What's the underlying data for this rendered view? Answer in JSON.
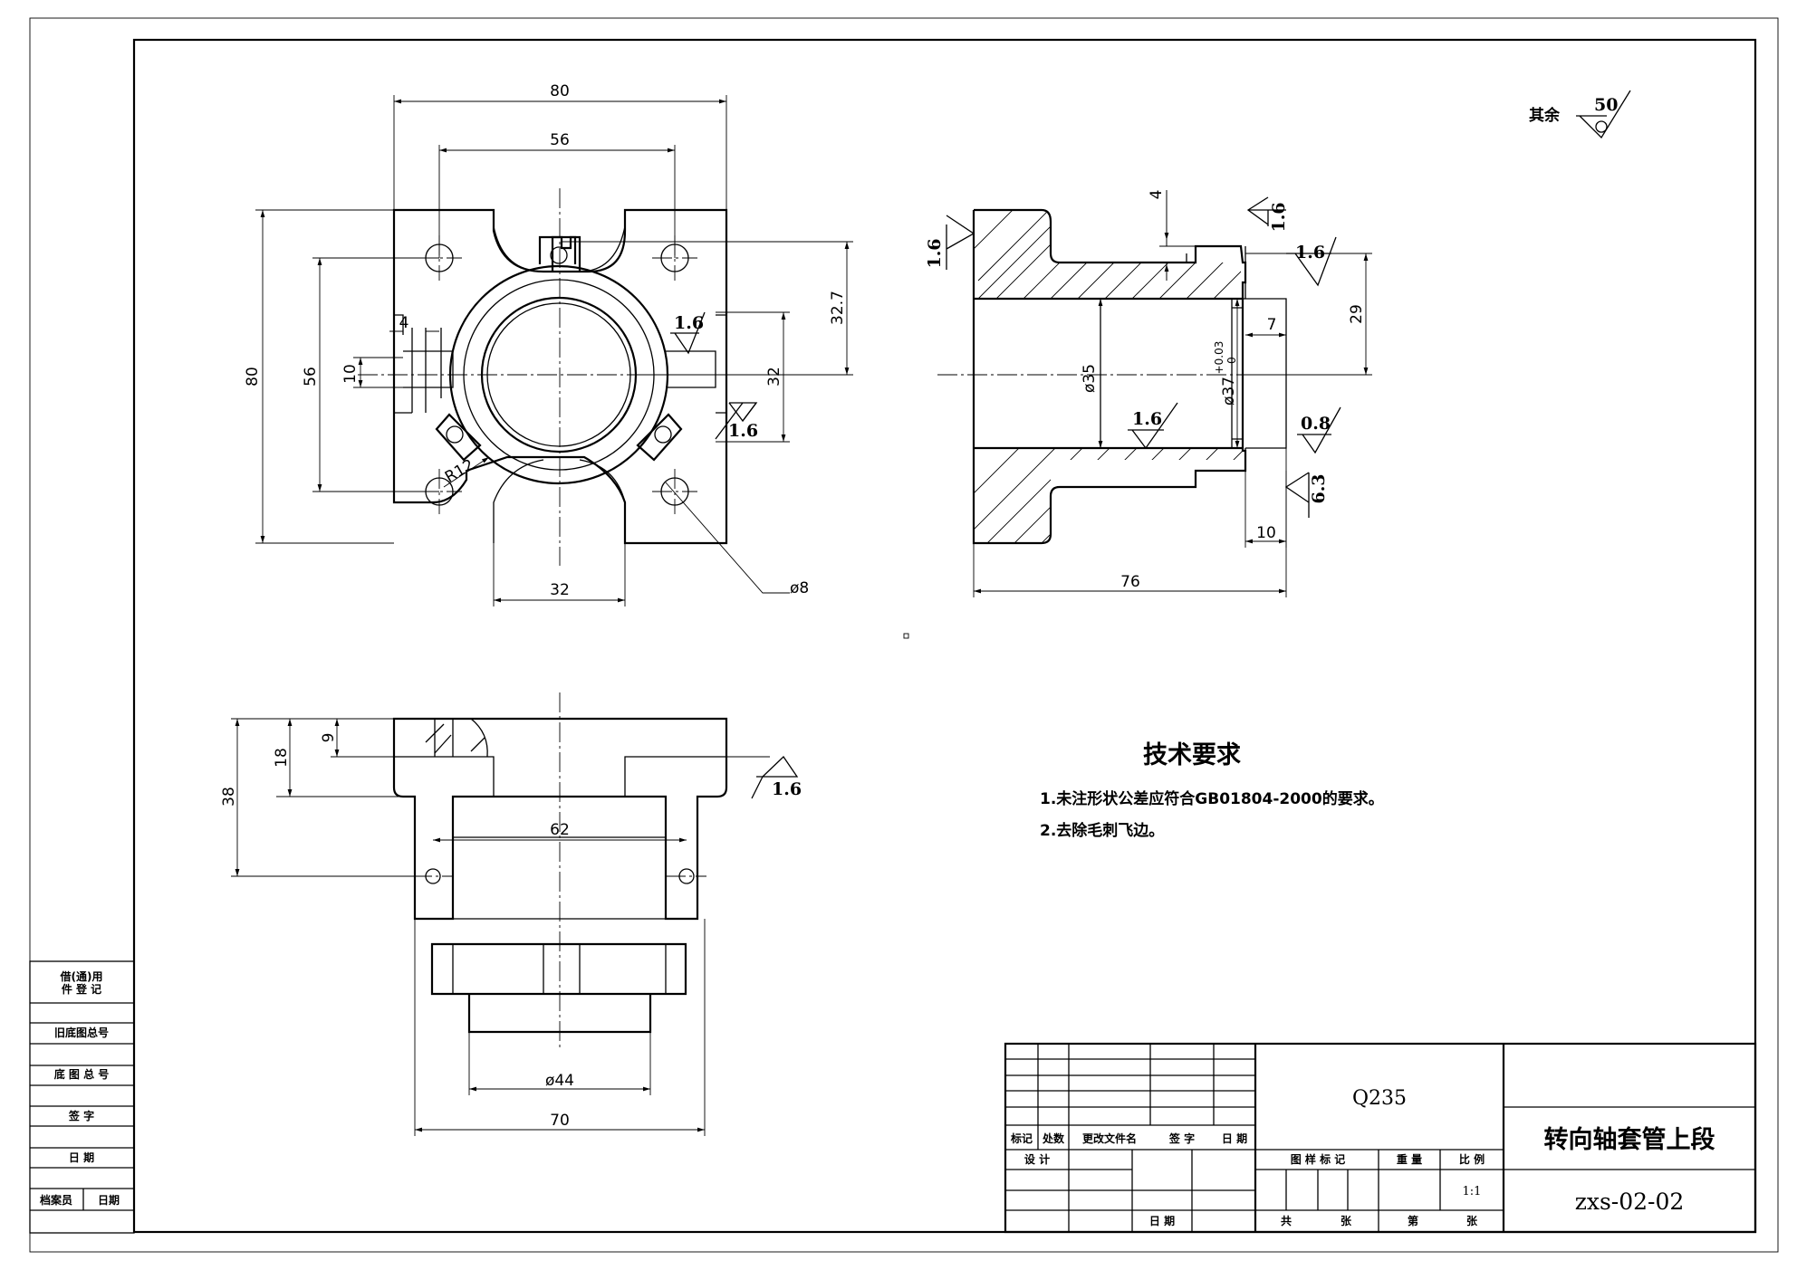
{
  "title_block": {
    "material": "Q235",
    "part_name": "转向轴套管上段",
    "drawing_number": "zxs-02-02",
    "scale": "1:1",
    "rev_headers": [
      "标记",
      "处数",
      "更改文件名",
      "签 字",
      "日 期"
    ],
    "design_label": "设 计",
    "date_label": "日 期",
    "stage_mark_label": "图 样 标 记",
    "weight_label": "重 量",
    "scale_label": "比 例",
    "total_label": "共",
    "sheet_label": "张",
    "number_label": "第",
    "sheet_label_2": "张"
  },
  "side_table": {
    "row1_line1": "借(通)用",
    "row1_line2": "件 登 记",
    "old_number": "旧底图总号",
    "base_number": "底 图 总 号",
    "signature": "签 字",
    "date": "日 期",
    "archivist": "档案员",
    "archive_date": "日期"
  },
  "tech_requirements": {
    "heading": "技术要求",
    "items": [
      "1.未注形状公差应符合GB01804-2000的要求。",
      "2.去除毛刺飞边。"
    ]
  },
  "roughness_note": {
    "label": "其余",
    "value": "50"
  },
  "front_view": {
    "dims": {
      "width_80": "80",
      "pitch_56_h": "56",
      "height_80": "80",
      "pitch_56_v": "56",
      "slot_4": "4",
      "slot_10": "10",
      "dim_32_7": "32.7",
      "dim_32_v": "32",
      "radius": "R12",
      "hole": "ø8",
      "width_32": "32"
    },
    "roughness": [
      "1.6",
      "1.6"
    ]
  },
  "section_view": {
    "dims": {
      "d4": "4",
      "d29": "29",
      "d7": "7",
      "d35": "ø35",
      "d37": "ø37",
      "tol": "+0.03",
      "tol0": "0",
      "d10": "10",
      "d76": "76"
    },
    "roughness": [
      "1.6",
      "1.6",
      "1.6",
      "1.6",
      "0.8",
      "6.3"
    ]
  },
  "bottom_view": {
    "dims": {
      "d9": "9",
      "d18": "18",
      "d38": "38",
      "d62": "62",
      "d44": "ø44",
      "d70": "70"
    },
    "roughness": "1.6"
  }
}
